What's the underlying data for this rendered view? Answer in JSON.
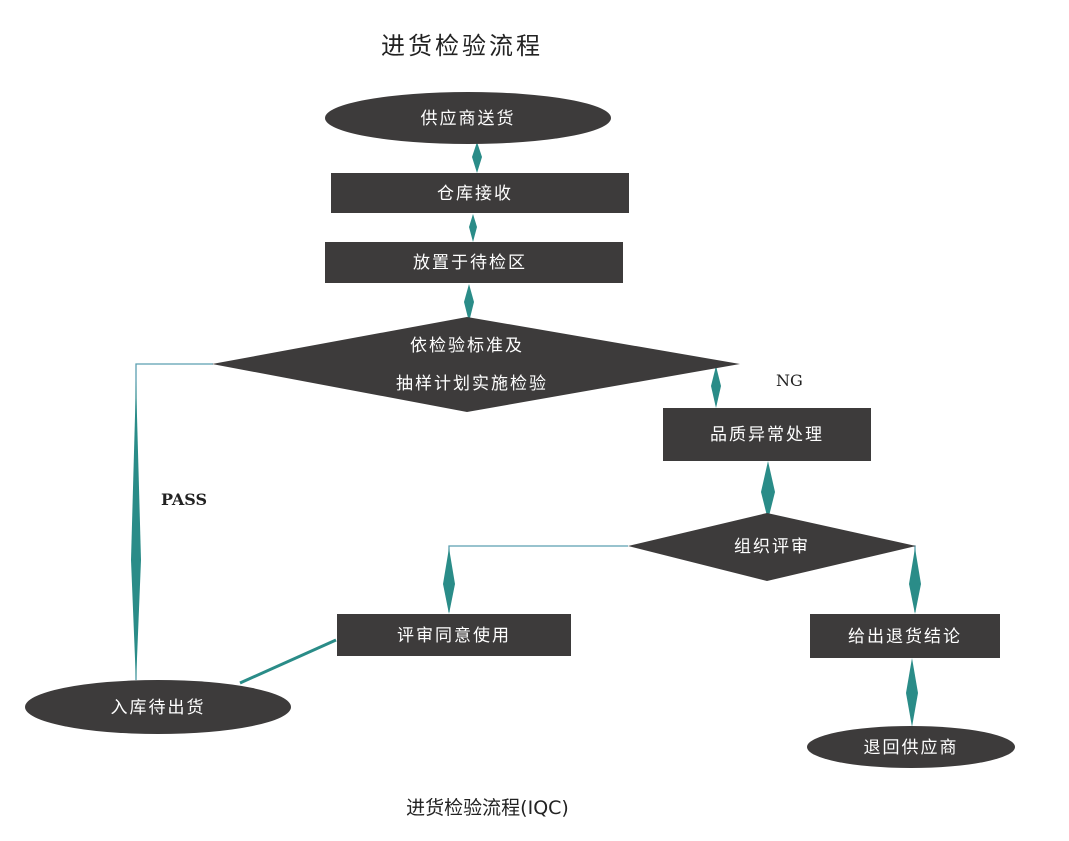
{
  "title": "进货检验流程",
  "caption": "进货检验流程(IQC)",
  "colors": {
    "node_fill": "#3d3b3b",
    "arrow_fill": "#2a8c88",
    "line": "#5b9fb0",
    "text_dark": "#222222"
  },
  "nodes": {
    "supplier_delivery": "供应商送货",
    "warehouse_receive": "仓库接收",
    "place_pending_area": "放置于待检区",
    "inspect_line1": "依检验标准及",
    "inspect_line2": "抽样计划实施检验",
    "quality_abnormal": "品质异常处理",
    "review": "组织评审",
    "review_accept": "评审同意使用",
    "return_conclusion": "给出退货结论",
    "warehouse_pending_shipment": "入库待出货",
    "return_supplier": "退回供应商"
  },
  "labels": {
    "ng": "NG",
    "pass": "PASS"
  }
}
